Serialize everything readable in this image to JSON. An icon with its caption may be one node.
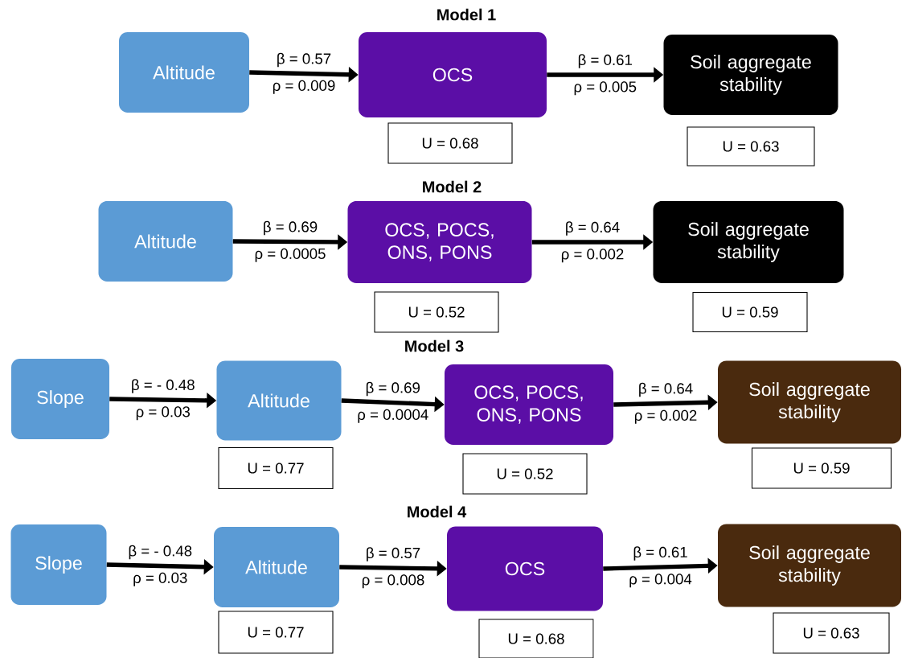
{
  "diagram": {
    "nodes": [
      {
        "text": [
          "Altitude"
        ]
      },
      {
        "text": [
          "OCS"
        ]
      },
      {
        "text": [
          "Soil aggregate stability"
        ]
      },
      {
        "text": [
          "U = 0.68"
        ]
      },
      {
        "text": [
          "U = 0.63"
        ]
      },
      {
        "text": [
          "Altitude"
        ]
      },
      {
        "text": [
          "OCS, POCS, ONS, PONS"
        ]
      },
      {
        "text": [
          "Soil aggregate stability"
        ]
      },
      {
        "text": [
          "U = 0.52"
        ]
      },
      {
        "text": [
          "U = 0.59"
        ]
      },
      {
        "text": [
          "Slope"
        ]
      },
      {
        "text": [
          "Altitude"
        ]
      },
      {
        "text": [
          "OCS, POCS, ONS, PONS"
        ]
      },
      {
        "text": [
          "Soil aggregate stability"
        ]
      },
      {
        "text": [
          "U = 0.77"
        ]
      },
      {
        "text": [
          "U = 0.52"
        ]
      },
      {
        "text": [
          "U = 0.59"
        ]
      },
      {
        "text": [
          "Slope"
        ]
      },
      {
        "text": [
          "Altitude"
        ]
      },
      {
        "text": [
          "OCS"
        ]
      },
      {
        "text": [
          "Soil aggregate stability"
        ]
      },
      {
        "text": [
          "U = 0.77"
        ]
      },
      {
        "text": [
          "U = 0.68"
        ]
      },
      {
        "text": [
          "U = 0.63"
        ]
      }
    ],
    "edges": [
      {
        "from": 0,
        "to": 1,
        "arrow": "to",
        "label": "β = 0.57"
      },
      {
        "from": 1,
        "to": 2,
        "arrow": "to",
        "label": "β = 0.61"
      },
      {
        "from": 5,
        "to": 6,
        "arrow": "to",
        "label": "β = 0.69"
      },
      {
        "from": 6,
        "to": 7,
        "arrow": "to",
        "label": "β = 0.64"
      },
      {
        "from": 10,
        "to": 11,
        "arrow": "to",
        "label": "β = - 0.48"
      },
      {
        "from": 11,
        "to": 12,
        "arrow": "to",
        "label": "β = 0.69"
      },
      {
        "from": 12,
        "to": 13,
        "arrow": "to",
        "label": "β = 0.64"
      },
      {
        "from": 17,
        "to": 18,
        "arrow": "to",
        "label": "β = - 0.48"
      },
      {
        "from": 18,
        "to": 19,
        "arrow": "to",
        "label": "β = 0.57"
      },
      {
        "from": 19,
        "to": 20,
        "arrow": "to",
        "label": "β = 0.61"
      }
    ],
    "labels": [
      "Model 1",
      "ρ = 0.009",
      "ρ = 0.005",
      "Model 2",
      "ρ = 0.0005",
      "ρ = 0.002",
      "Model 3",
      "ρ = 0.03",
      "ρ = 0.0004",
      "ρ = 0.002",
      "Model 4",
      "ρ = 0.03",
      "ρ = 0.008",
      "ρ = 0.004"
    ]
  }
}
